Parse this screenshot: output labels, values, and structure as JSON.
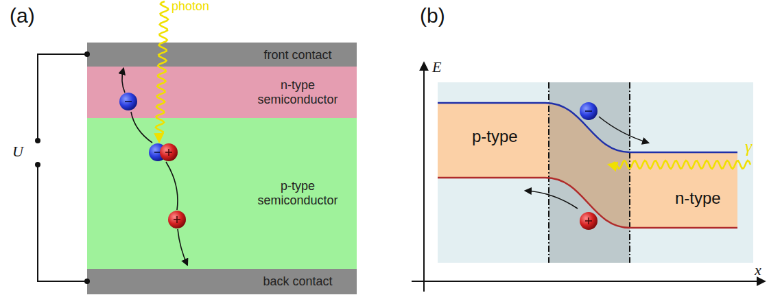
{
  "diagram": {
    "nodes": [
      {
        "text": [
          "front contact"
        ]
      },
      {
        "text": [
          "n-type semiconductor"
        ]
      },
      {
        "text": [
          "p-type semiconductor"
        ]
      },
      {
        "text": [
          "back contact"
        ]
      }
    ],
    "labels": [
      "(a)",
      "photon",
      "U",
      "(b)",
      "E",
      "x",
      "p-type",
      "n-type",
      "γ"
    ]
  }
}
